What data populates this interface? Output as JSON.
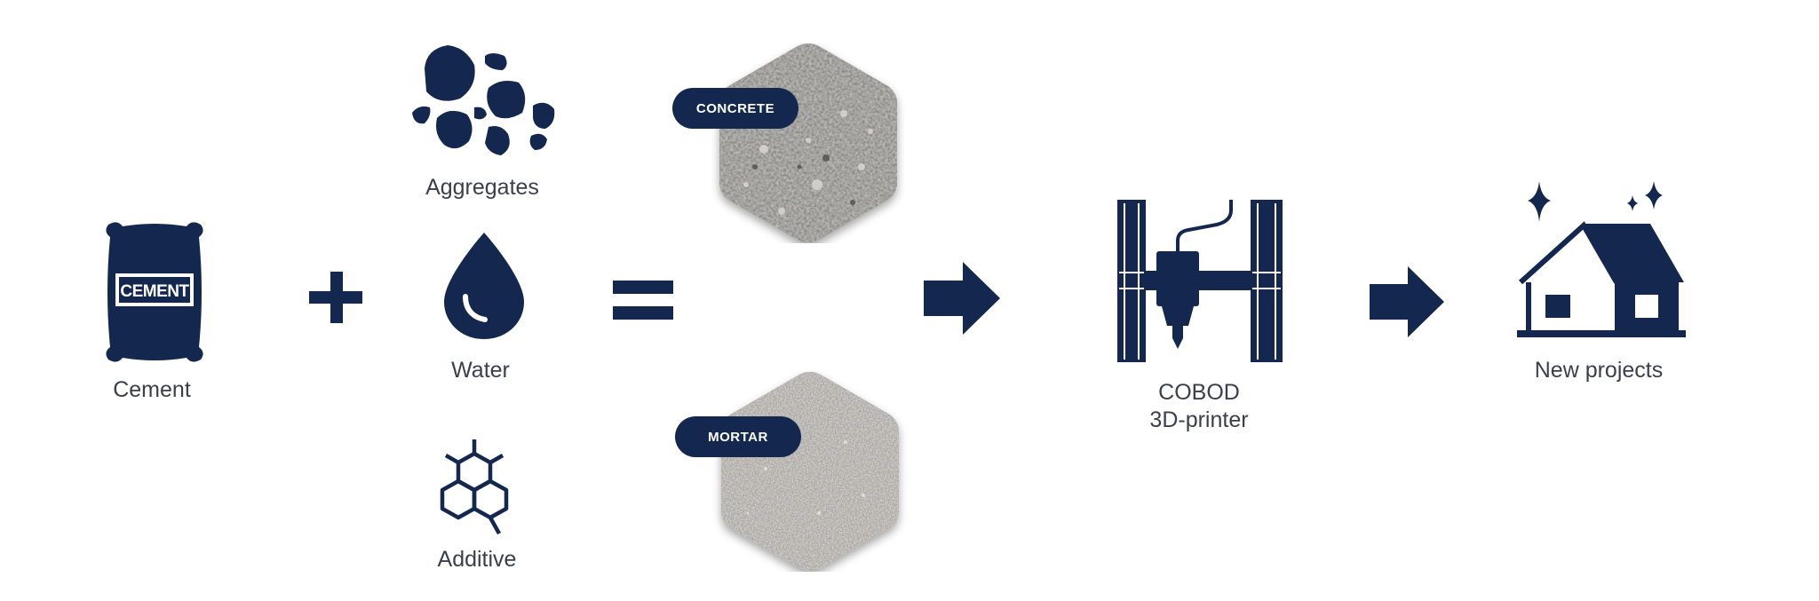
{
  "colors": {
    "primary": "#14284f",
    "text": "#3a3f4b",
    "background": "#ffffff"
  },
  "nodes": {
    "cement": {
      "label": "Cement",
      "bag_text": "CEMENT",
      "icon": "cement-bag-icon"
    },
    "aggregates": {
      "label": "Aggregates",
      "icon": "rocks-icon"
    },
    "water": {
      "label": "Water",
      "icon": "water-drop-icon"
    },
    "additive": {
      "label": "Additive",
      "icon": "molecule-icon"
    },
    "concrete": {
      "label": "CONCRETE",
      "icon": "concrete-hexagon"
    },
    "mortar": {
      "label": "MORTAR",
      "icon": "mortar-hexagon"
    },
    "printer": {
      "label_line1": "COBOD",
      "label_line2": "3D-printer",
      "icon": "3d-printer-icon"
    },
    "projects": {
      "label": "New projects",
      "icon": "house-sparkle-icon"
    }
  },
  "operators": {
    "plus": "plus-icon",
    "equals": "equals-icon",
    "arrows": [
      "arrow-right-icon",
      "arrow-right-icon"
    ]
  }
}
